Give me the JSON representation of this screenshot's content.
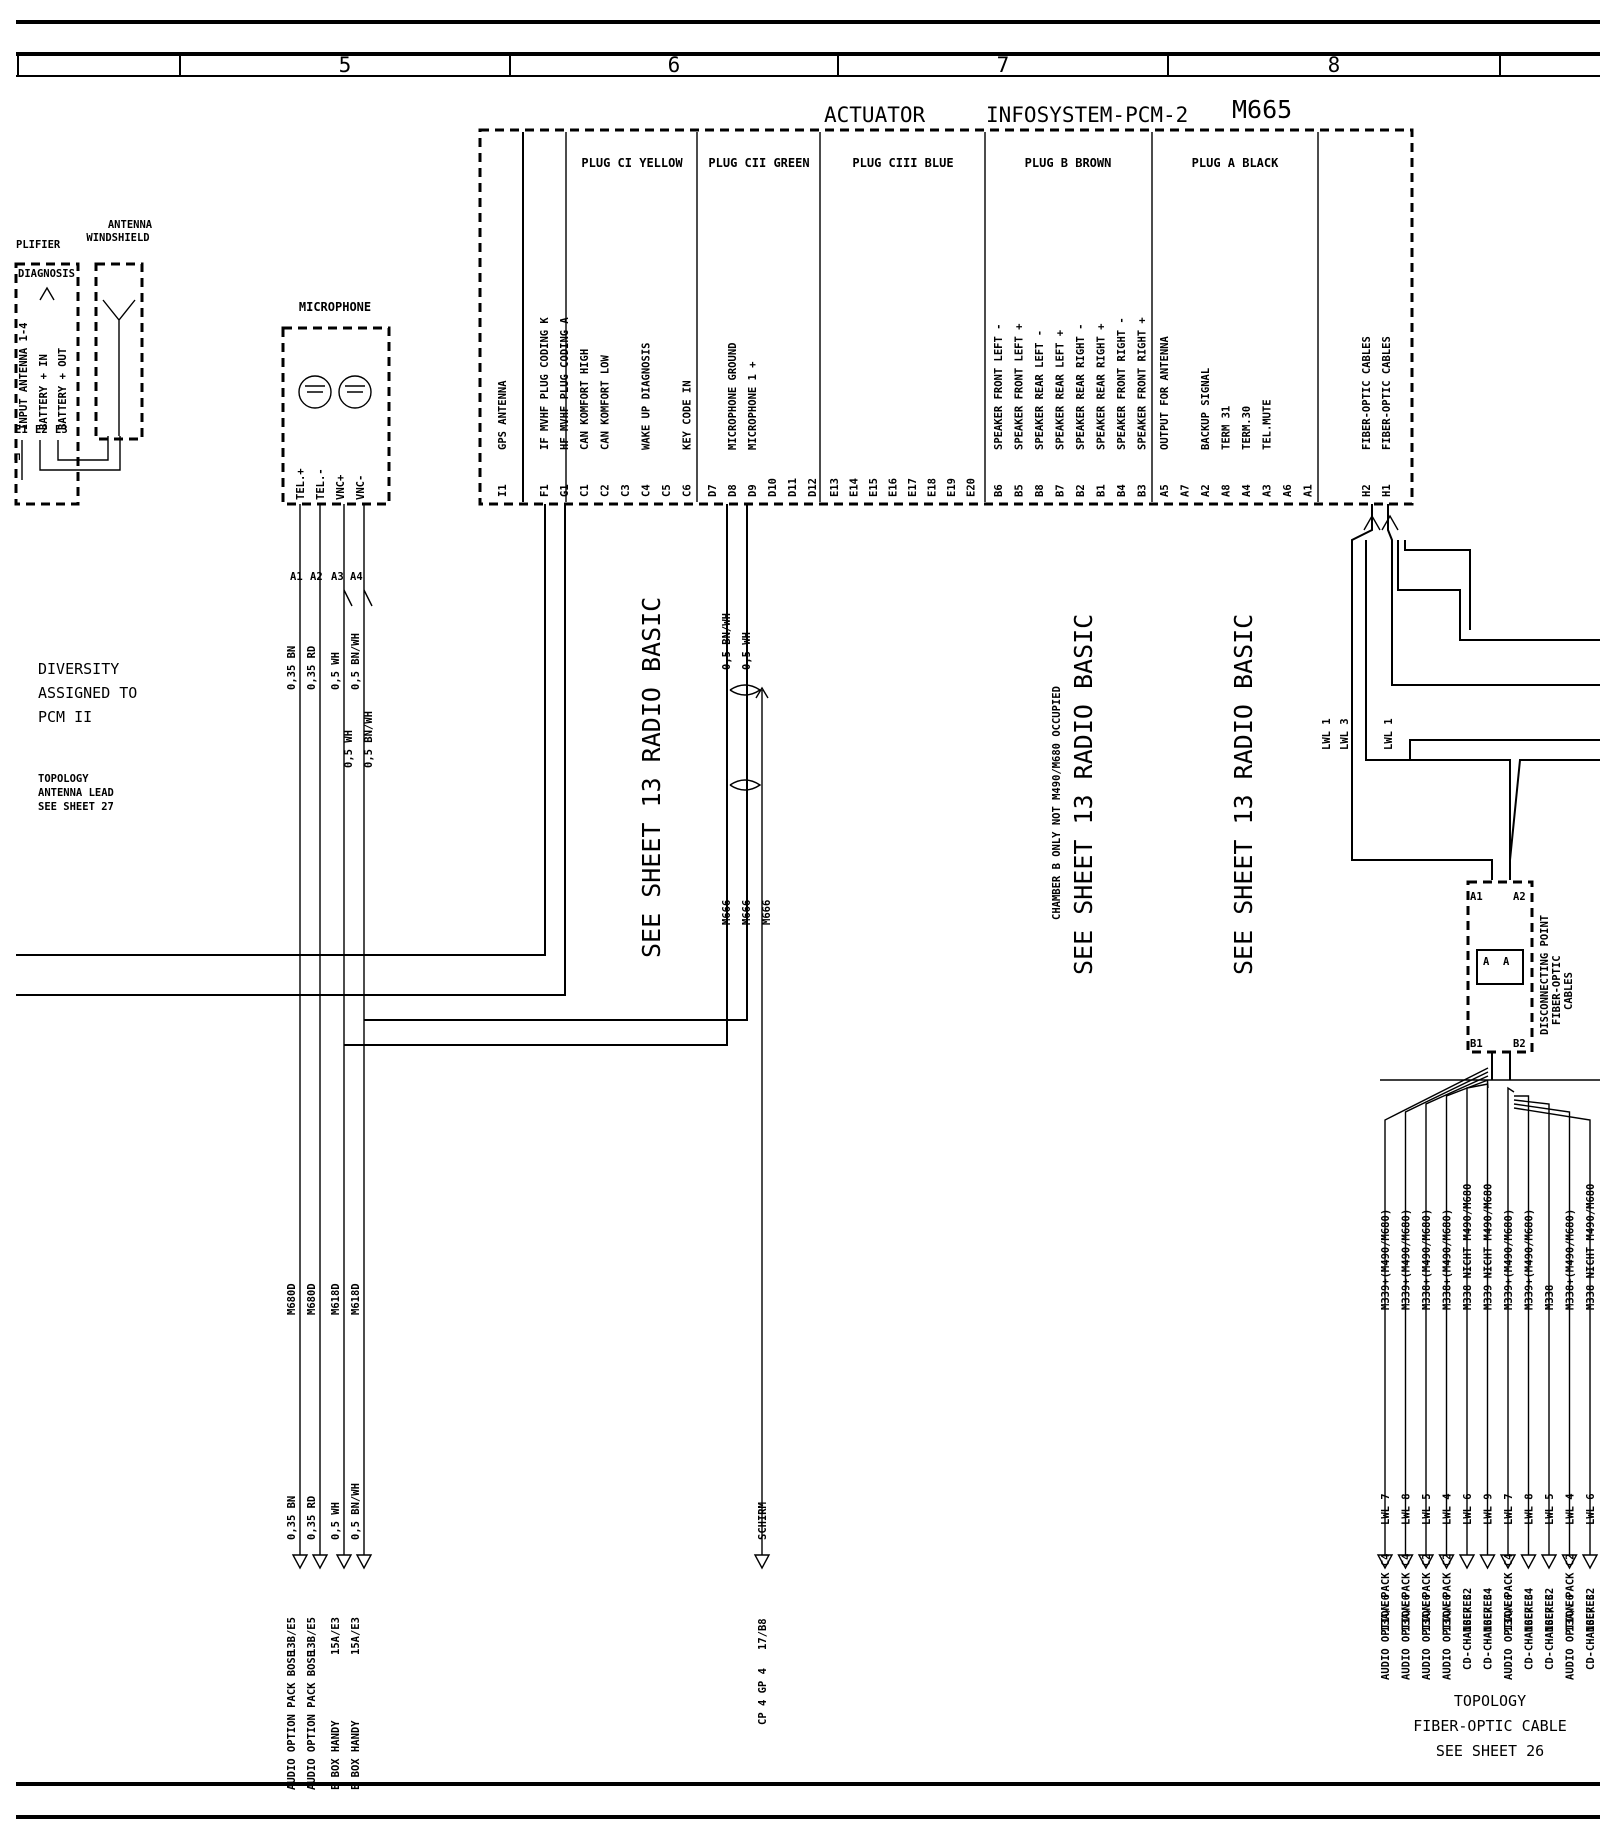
{
  "columns": [
    "5",
    "6",
    "7",
    "8"
  ],
  "header": {
    "actuator": "ACTUATOR",
    "system": "INFOSYSTEM-PCM-2",
    "code": "M665"
  },
  "plugs": [
    "PLUG CI YELLOW",
    "PLUG CII GREEN",
    "PLUG CIII BLUE",
    "PLUG B BROWN",
    "PLUG A BLACK"
  ],
  "left_components": {
    "amplifier": "PLIFIER",
    "antenna": "ANTENNA",
    "windshield": "WINDSHIELD",
    "diagnosis": "DIAGNOSIS",
    "amp_pins": [
      "INPUT ANTENNA 1-4",
      "BATTERY + IN",
      "BATTERY + OUT"
    ],
    "amp_terms": [
      "E1",
      "E2",
      "E3"
    ]
  },
  "microphone": {
    "label": "MICROPHONE",
    "pins": [
      "TEL.+",
      "TEL.-",
      "VNC+",
      "VNC-"
    ],
    "terms": [
      "A1",
      "A2",
      "A3",
      "A4"
    ],
    "wires_top": [
      "0,35 BN",
      "0,35 RD",
      "0,5 WH",
      "0,5 BN/WH"
    ],
    "wires_mid": [
      "0,5 WH",
      "0,5 BN/WH"
    ],
    "codes": [
      "M680D",
      "M680D",
      "M618D",
      "M618D"
    ],
    "wires_bottom": [
      "0,35 BN",
      "0,35 RD",
      "0,5 WH",
      "0,5 BN/WH"
    ],
    "dest": [
      "13B/E5",
      "13B/E5",
      "15A/E3",
      "15A/E3"
    ],
    "targets": [
      "AUDIO OPTION PACK BOSE",
      "AUDIO OPTION PACK BOSE",
      "E BOX HANDY",
      "E BOX HANDY"
    ]
  },
  "notes": {
    "diversity": [
      "DIVERSITY",
      "ASSIGNED TO",
      "PCM II"
    ],
    "topology_antenna": [
      "TOPOLOGY",
      "ANTENNA LEAD",
      "SEE SHEET   27"
    ],
    "see_sheet_radio": "SEE SHEET 13 RADIO BASIC",
    "chamber": "CHAMBER B ONLY NOT M490/M680 OCCUPIED",
    "topology_fiber": [
      "TOPOLOGY",
      "FIBER-OPTIC CABLE",
      "SEE SHEET   26"
    ]
  },
  "pins": {
    "gps": {
      "label": "GPS ANTENNA",
      "term": "I1"
    },
    "left_group": [
      {
        "label": "IF MVHF PLUG   CODING K",
        "term": "F1"
      },
      {
        "label": "HF MVHF PLUG   CODING A",
        "term": "G1"
      }
    ],
    "plug_ci": [
      {
        "label": "CAN KOMFORT HIGH",
        "term": "C1"
      },
      {
        "label": "CAN KOMFORT LOW",
        "term": "C2"
      },
      {
        "label": "",
        "term": "C3"
      },
      {
        "label": "WAKE UP DIAGNOSIS",
        "term": "C4"
      },
      {
        "label": "",
        "term": "C5"
      },
      {
        "label": "KEY CODE IN",
        "term": "C6"
      }
    ],
    "plug_cii": [
      {
        "label": "",
        "term": "D7"
      },
      {
        "label": "MICROPHONE GROUND",
        "term": "D8"
      },
      {
        "label": "MICROPHONE 1 +",
        "term": "D9"
      },
      {
        "label": "",
        "term": "D10"
      },
      {
        "label": "",
        "term": "D11"
      },
      {
        "label": "",
        "term": "D12"
      }
    ],
    "plug_ciii": [
      "E13",
      "E14",
      "E15",
      "E16",
      "E17",
      "E18",
      "E19",
      "E20"
    ],
    "plug_b": [
      {
        "label": "SPEAKER FRONT LEFT   -",
        "term": "B6"
      },
      {
        "label": "SPEAKER FRONT LEFT   +",
        "term": "B5"
      },
      {
        "label": "SPEAKER REAR LEFT    -",
        "term": "B8"
      },
      {
        "label": "SPEAKER REAR LEFT    +",
        "term": "B7"
      },
      {
        "label": "SPEAKER REAR RIGHT   -",
        "term": "B2"
      },
      {
        "label": "SPEAKER REAR RIGHT   +",
        "term": "B1"
      },
      {
        "label": "SPEAKER FRONT RIGHT  -",
        "term": "B4"
      },
      {
        "label": "SPEAKER FRONT RIGHT  +",
        "term": "B3"
      }
    ],
    "plug_a": [
      {
        "label": "OUTPUT FOR ANTENNA",
        "term": "A5"
      },
      {
        "label": "",
        "term": "A7"
      },
      {
        "label": "BACKUP SIGNAL",
        "term": "A2"
      },
      {
        "label": "TERM 31",
        "term": "A8"
      },
      {
        "label": "TERM.30",
        "term": "A4"
      },
      {
        "label": "TEL.MUTE",
        "term": "A3"
      },
      {
        "label": "",
        "term": "A6"
      },
      {
        "label": "",
        "term": "A1"
      }
    ],
    "fiber": [
      {
        "label": "FIBER-OPTIC CABLES",
        "term": "H2"
      },
      {
        "label": "FIBER-OPTIC CABLES",
        "term": "H1"
      }
    ]
  },
  "shield": {
    "wires": [
      "0,5 BN/WH",
      "0,5 WH"
    ],
    "codes": [
      "M666",
      "M666",
      "M666"
    ],
    "schirm": "SCHIRM",
    "dest": "17/B8",
    "target": "CP 4 GP 4"
  },
  "fiber_optic": {
    "lwl_upper": [
      "LWL 1",
      "LWL 3",
      "LWL 1"
    ],
    "disconnect_terms": [
      "A1",
      "A2",
      "B1",
      "B2"
    ],
    "disconnect_label": [
      "DISCONNECTING POINT",
      "FIBER-OPTIC",
      "CABLES"
    ],
    "plug_letters": [
      "A",
      "A"
    ],
    "variants": [
      "M339+(M490/M680)",
      "M339+(M490/M680)",
      "M338+(M490/M680)",
      "M338+(M490/M680)",
      "M338 NICHT M490/M680",
      "M339 NICHT M490/M680",
      "M339+(M490/M680)",
      "M339+(M490/M680)",
      "M338",
      "M338+(M490/M680)",
      "M338 NICHT M490/M680"
    ],
    "lwl": [
      "LWL 7",
      "LWL 8",
      "LWL 5",
      "LWL 4",
      "LWL 6",
      "LWL 9",
      "LWL 7",
      "LWL 8",
      "LWL 5",
      "LWL 4",
      "LWL 6"
    ],
    "dest": [
      "13A/E6",
      "13A/E6",
      "13A/E6",
      "13A/E6",
      "13C/E3",
      "13C/E3",
      "13A/E6",
      "13C/E3",
      "13C/E3",
      "13A/E6",
      "13C/E3"
    ],
    "targets": [
      "AUDIO OPTION PACK C4",
      "AUDIO OPTION PACK C4",
      "AUDIO OPTION PACK C2",
      "AUDIO OPTION PACK C2",
      "CD-CHANGER C2",
      "CD-CHANGER C4",
      "AUDIO OPTION PACK C4",
      "CD-CHANGER C4",
      "CD-CHANGER C2",
      "AUDIO OPTION PACK C2",
      "CD-CHANGER C2"
    ]
  }
}
